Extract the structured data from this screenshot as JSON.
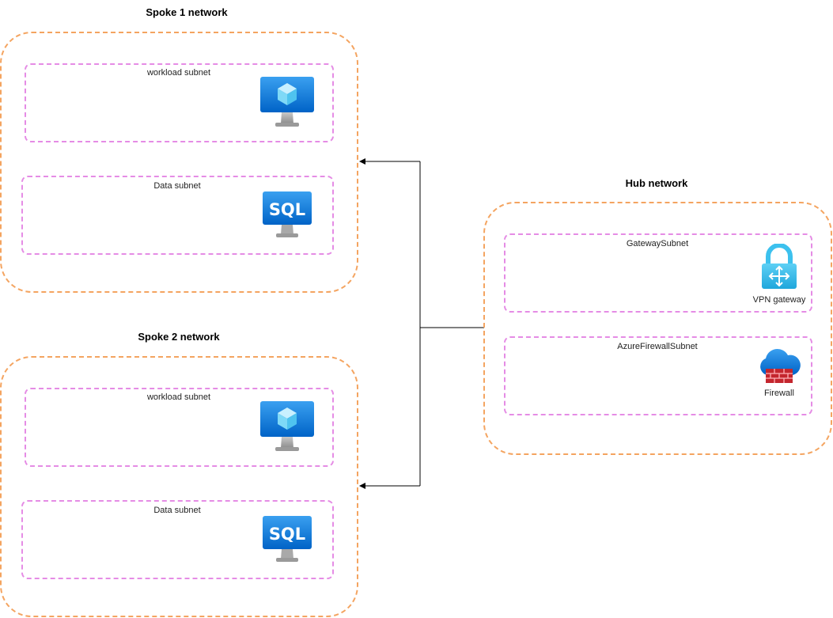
{
  "networks": {
    "spoke1": {
      "title": "Spoke 1 network",
      "workload_subnet": "workload subnet",
      "data_subnet": "Data subnet",
      "vm_icon": "virtual-machine-icon",
      "sql_icon": "sql-database-icon",
      "sql_text": "SQL"
    },
    "spoke2": {
      "title": "Spoke 2 network",
      "workload_subnet": "workload subnet",
      "data_subnet": "Data subnet",
      "vm_icon": "virtual-machine-icon",
      "sql_icon": "sql-database-icon",
      "sql_text": "SQL"
    },
    "hub": {
      "title": "Hub network",
      "gateway_subnet": "GatewaySubnet",
      "firewall_subnet": "AzureFirewallSubnet",
      "vpn_gateway_label": "VPN gateway",
      "firewall_label": "Firewall",
      "vpn_icon": "vpn-gateway-icon",
      "firewall_icon": "firewall-icon"
    }
  },
  "colors": {
    "vnet_border": "#f4a460",
    "subnet_border": "#e58ce5",
    "connector": "#000000",
    "azure_blue": "#0078d4",
    "firewall_red": "#c4262e"
  }
}
